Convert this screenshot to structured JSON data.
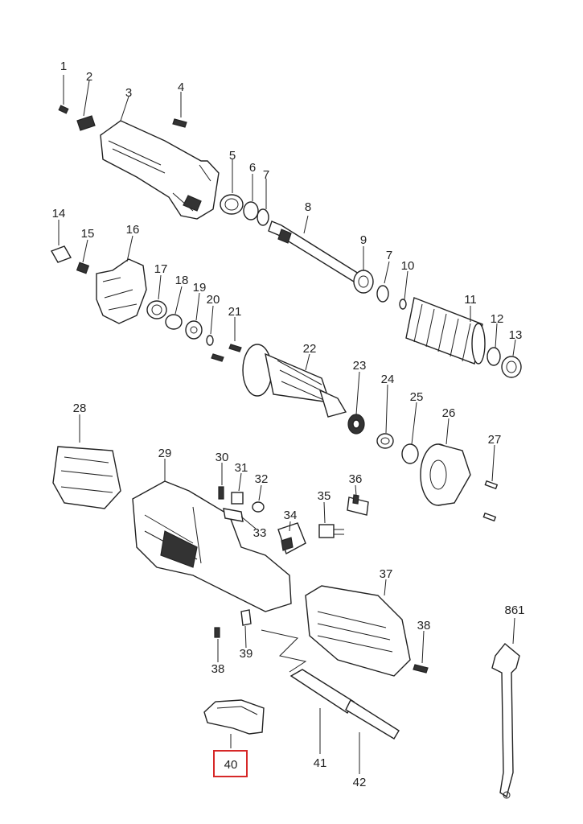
{
  "diagram": {
    "callouts": [
      "1",
      "2",
      "3",
      "4",
      "5",
      "6",
      "7",
      "8",
      "9",
      "7",
      "10",
      "11",
      "12",
      "13",
      "14",
      "15",
      "16",
      "17",
      "18",
      "19",
      "20",
      "21",
      "22",
      "23",
      "24",
      "25",
      "26",
      "27",
      "28",
      "29",
      "30",
      "31",
      "32",
      "33",
      "34",
      "35",
      "36",
      "37",
      "38",
      "38",
      "39",
      "40",
      "41",
      "42",
      "861"
    ],
    "highlighted_callout": "40",
    "highlight_color": "#d62828"
  }
}
